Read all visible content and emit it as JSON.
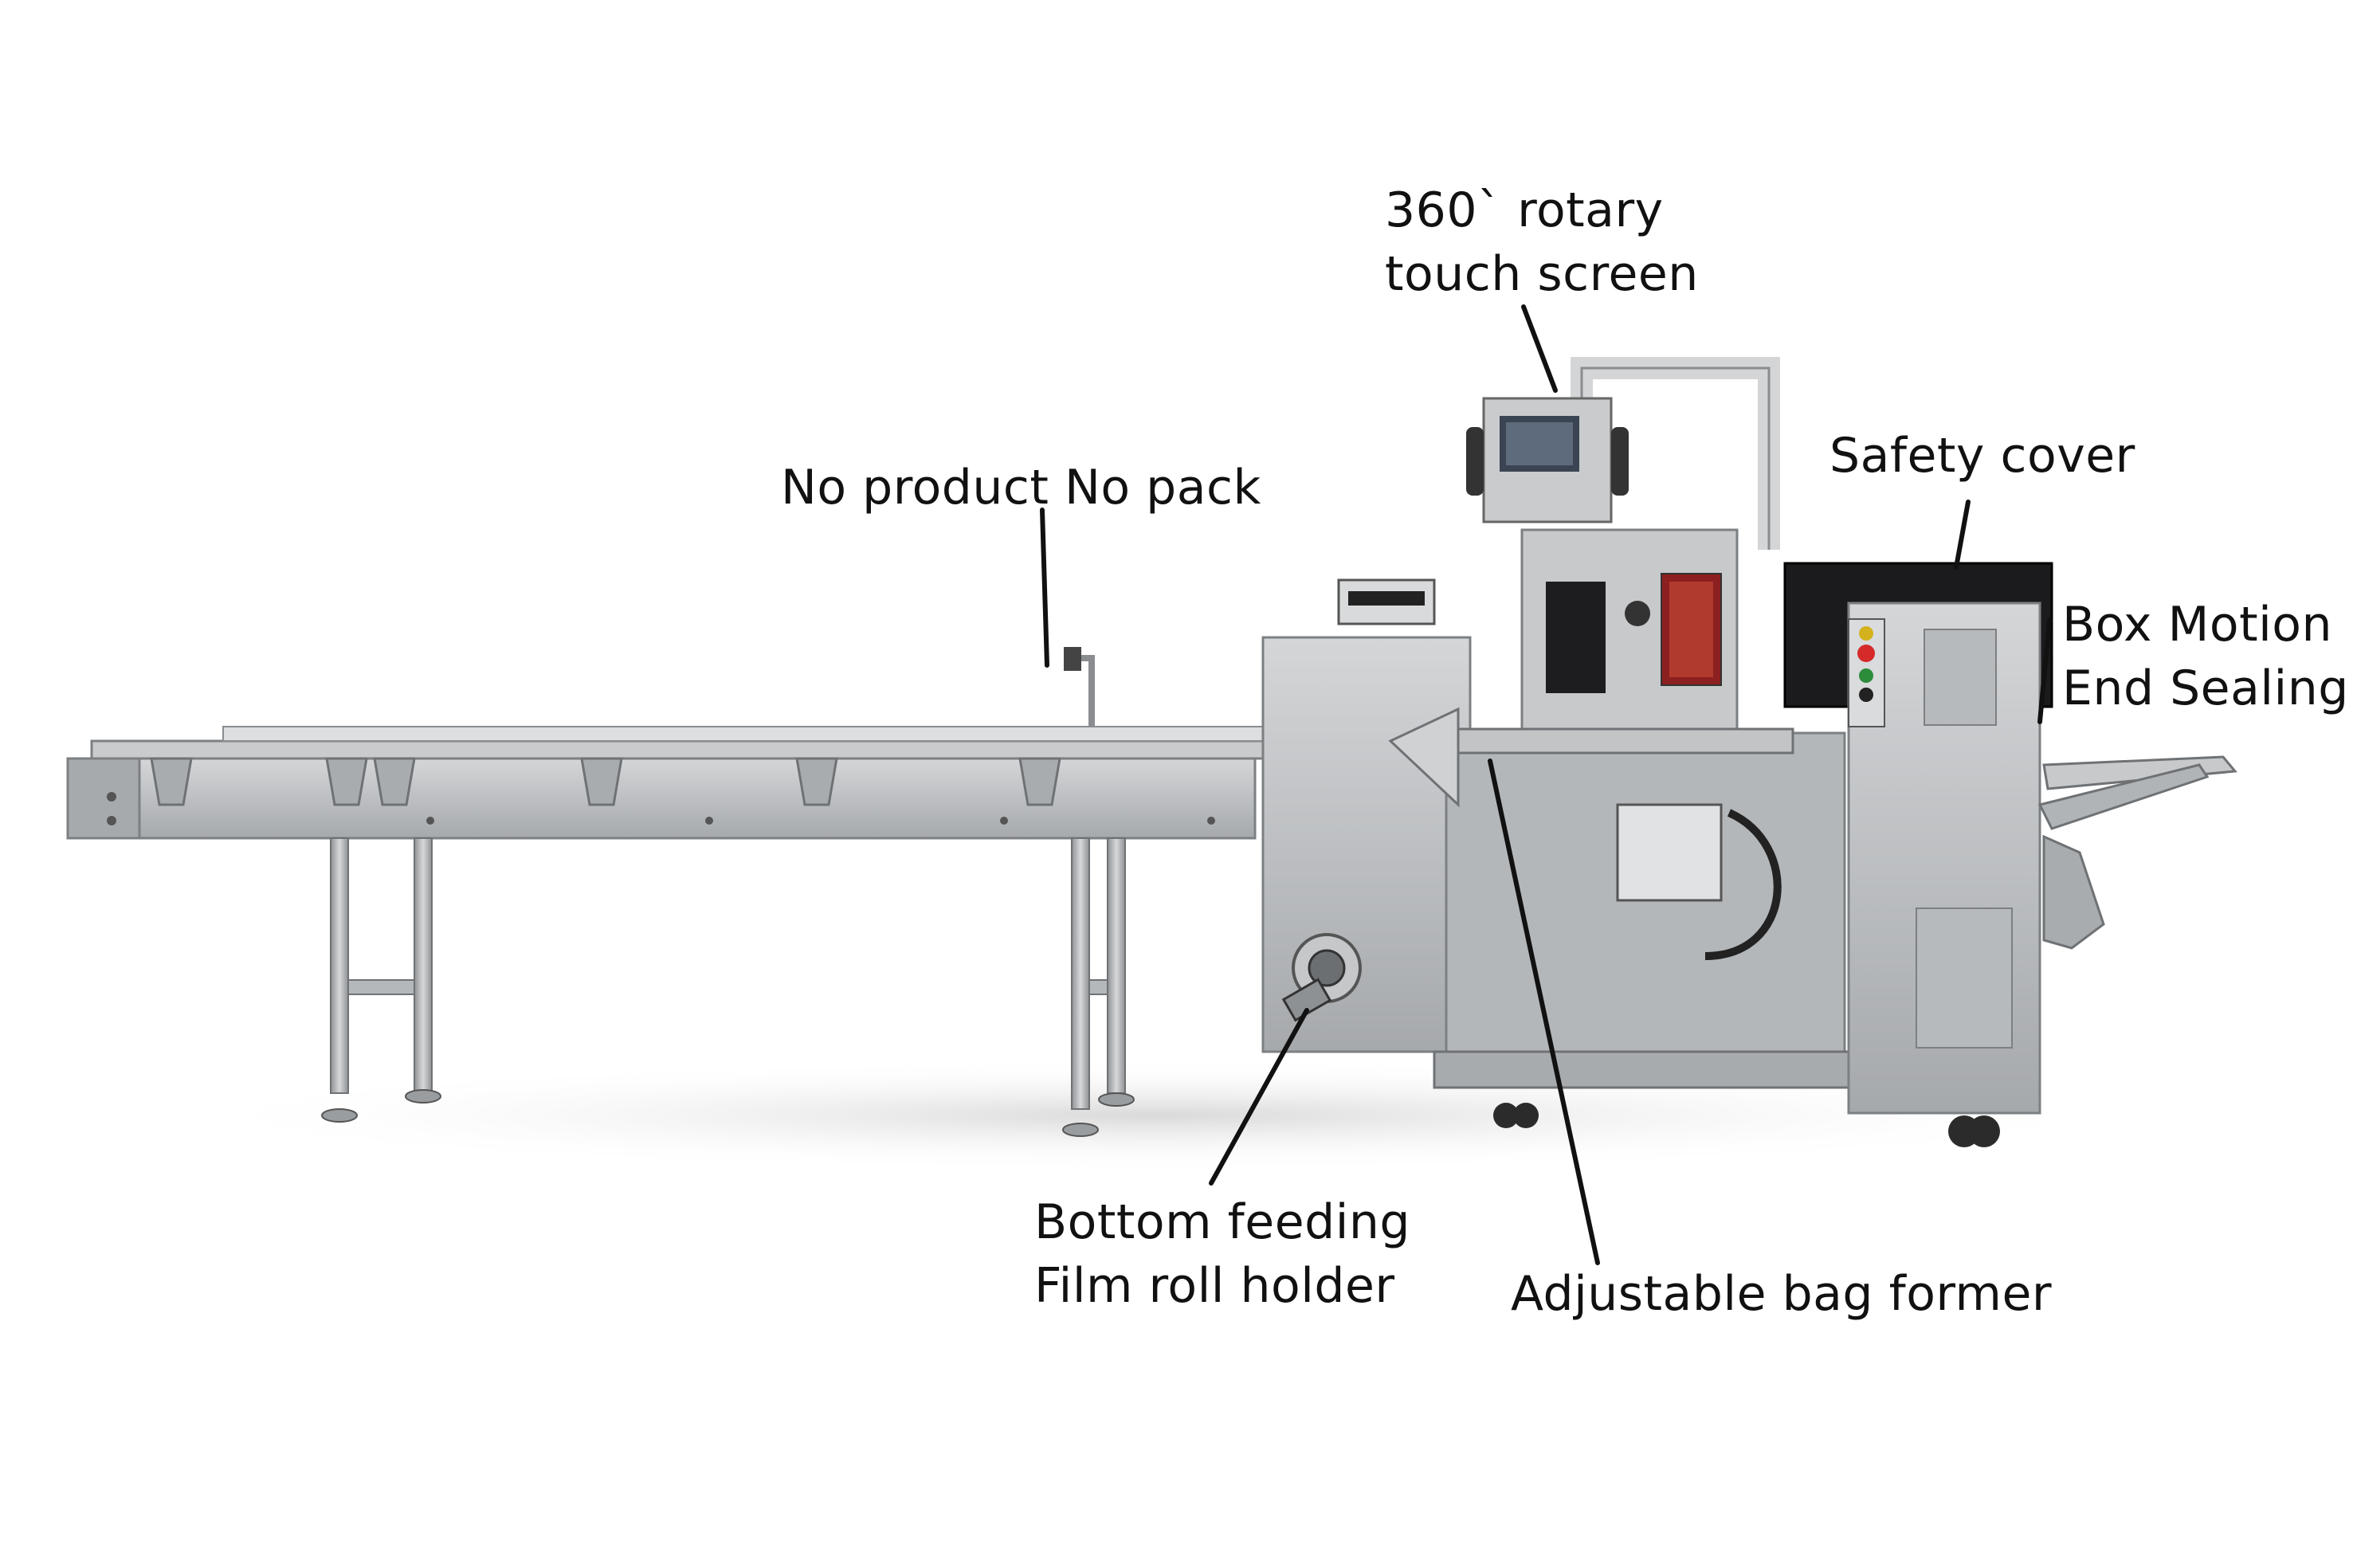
{
  "labels": {
    "rotary_screen": [
      "360` rotary",
      "touch screen"
    ],
    "no_product": [
      "No product No pack"
    ],
    "safety_cover": [
      "Safety cover"
    ],
    "end_sealing": [
      "Box Motion",
      "End Sealing"
    ],
    "film_roll": [
      "Bottom feeding",
      "Film roll holder"
    ],
    "bag_former": [
      "Adjustable bag former"
    ]
  },
  "colors": {
    "steel": "#b9bbbd",
    "steel_dark": "#8e9194",
    "steel_light": "#d9dbdd",
    "black_panel": "#1d1d1f",
    "red_panel": "#8c1f1f",
    "leader": "#111111"
  }
}
